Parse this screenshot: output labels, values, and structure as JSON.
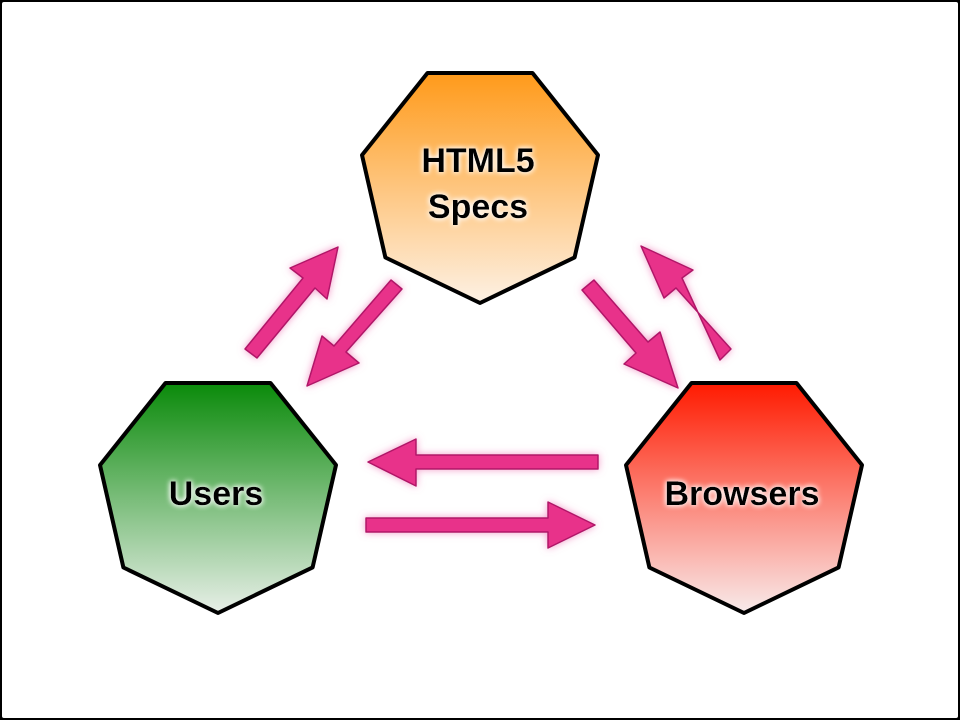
{
  "diagram": {
    "nodes": {
      "specs": {
        "line1": "HTML5",
        "line2": "Specs",
        "color": "#ff9a1a"
      },
      "users": {
        "label": "Users",
        "color": "#0a8a0a"
      },
      "browsers": {
        "label": "Browsers",
        "color": "#ff1a00"
      }
    },
    "edges": [
      {
        "from": "users",
        "to": "specs"
      },
      {
        "from": "specs",
        "to": "users"
      },
      {
        "from": "specs",
        "to": "browsers"
      },
      {
        "from": "browsers",
        "to": "specs"
      },
      {
        "from": "browsers",
        "to": "users"
      },
      {
        "from": "users",
        "to": "browsers"
      }
    ],
    "arrow_color": "#e8328a",
    "background": "#ffffff"
  }
}
